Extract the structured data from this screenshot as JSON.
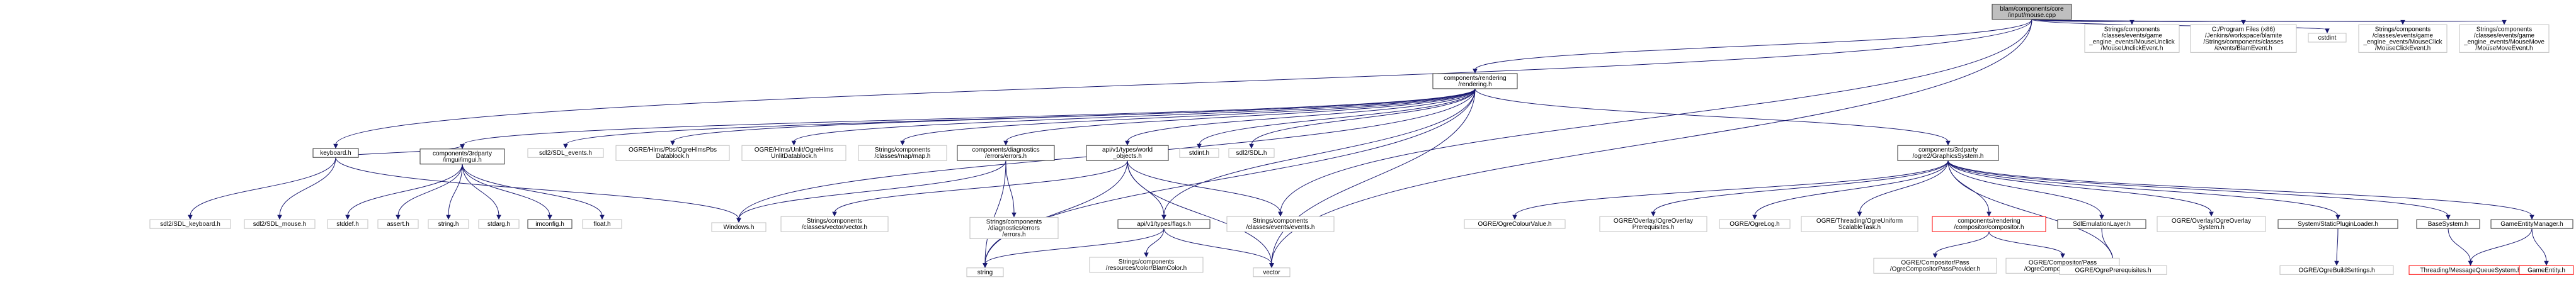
{
  "graph": {
    "root": "blam/components/core/input/mouse.cpp",
    "colors": {
      "edge": "#191970",
      "root_fill": "#bfbfbf",
      "documented_border": "#333333",
      "undocumented_border": "#bfbfbf",
      "truncated_border": "#ff0000"
    },
    "nodes": [
      {
        "id": "root",
        "lines": [
          "blam/components/core",
          "/input/mouse.cpp"
        ],
        "kind": "root"
      },
      {
        "id": "rendering",
        "lines": [
          "components/rendering",
          "/rendering.h"
        ],
        "kind": "documented"
      },
      {
        "id": "mouseunclick",
        "lines": [
          "Strings/components",
          "/classes/events/game",
          "_engine_events/MouseUnclick",
          "/MouseUnclickEvent.h"
        ],
        "kind": "undocumented"
      },
      {
        "id": "blamevent",
        "lines": [
          "C:/Program Files (x86)",
          "/Jenkins/workspace/blamite",
          "/Strings/components/classes",
          "/events/BlamEvent.h"
        ],
        "kind": "undocumented"
      },
      {
        "id": "cstdint",
        "lines": [
          "cstdint"
        ],
        "kind": "undocumented"
      },
      {
        "id": "mouseclick",
        "lines": [
          "Strings/components",
          "/classes/events/game",
          "_engine_events/MouseClick",
          "/MouseClickEvent.h"
        ],
        "kind": "undocumented"
      },
      {
        "id": "mousemove",
        "lines": [
          "Strings/components",
          "/classes/events/game",
          "_engine_events/MouseMove",
          "/MouseMoveEvent.h"
        ],
        "kind": "undocumented"
      },
      {
        "id": "keyboard",
        "lines": [
          "keyboard.h"
        ],
        "kind": "documented"
      },
      {
        "id": "imgui",
        "lines": [
          "components/3rdparty",
          "/imgui/imgui.h"
        ],
        "kind": "documented"
      },
      {
        "id": "sdl_events",
        "lines": [
          "sdl2/SDL_events.h"
        ],
        "kind": "undocumented"
      },
      {
        "id": "hlmspbs",
        "lines": [
          "OGRE/Hlms/Pbs/OgreHlmsPbs",
          "Datablock.h"
        ],
        "kind": "undocumented"
      },
      {
        "id": "hlmsunlit",
        "lines": [
          "OGRE/Hlms/Unlit/OgreHlms",
          "UnlitDatablock.h"
        ],
        "kind": "undocumented"
      },
      {
        "id": "map",
        "lines": [
          "Strings/components",
          "/classes/map/map.h"
        ],
        "kind": "undocumented"
      },
      {
        "id": "errors",
        "lines": [
          "components/diagnostics",
          "/errors/errors.h"
        ],
        "kind": "documented"
      },
      {
        "id": "world_objects",
        "lines": [
          "api/v1/types/world",
          "_objects.h"
        ],
        "kind": "documented"
      },
      {
        "id": "stdint",
        "lines": [
          "stdint.h"
        ],
        "kind": "undocumented"
      },
      {
        "id": "sdl",
        "lines": [
          "sdl2/SDL.h"
        ],
        "kind": "undocumented"
      },
      {
        "id": "graphicssystem",
        "lines": [
          "components/3rdparty",
          "/ogre2/GraphicsSystem.h"
        ],
        "kind": "documented"
      },
      {
        "id": "sdl_keyboard",
        "lines": [
          "sdl2/SDL_keyboard.h"
        ],
        "kind": "undocumented"
      },
      {
        "id": "sdl_mouse",
        "lines": [
          "sdl2/SDL_mouse.h"
        ],
        "kind": "undocumented"
      },
      {
        "id": "stddef",
        "lines": [
          "stddef.h"
        ],
        "kind": "undocumented"
      },
      {
        "id": "assert",
        "lines": [
          "assert.h"
        ],
        "kind": "undocumented"
      },
      {
        "id": "string_h",
        "lines": [
          "string.h"
        ],
        "kind": "undocumented"
      },
      {
        "id": "stdarg",
        "lines": [
          "stdarg.h"
        ],
        "kind": "undocumented"
      },
      {
        "id": "imconfig",
        "lines": [
          "imconfig.h"
        ],
        "kind": "documented"
      },
      {
        "id": "float",
        "lines": [
          "float.h"
        ],
        "kind": "undocumented"
      },
      {
        "id": "windows",
        "lines": [
          "Windows.h"
        ],
        "kind": "undocumented"
      },
      {
        "id": "vector_h",
        "lines": [
          "Strings/components",
          "/classes/vector/vector.h"
        ],
        "kind": "undocumented"
      },
      {
        "id": "strerrors",
        "lines": [
          "Strings/components",
          "/diagnostics/errors",
          "/errors.h"
        ],
        "kind": "undocumented"
      },
      {
        "id": "flags",
        "lines": [
          "api/v1/types/flags.h"
        ],
        "kind": "documented"
      },
      {
        "id": "eventsh",
        "lines": [
          "Strings/components",
          "/classes/events/events.h"
        ],
        "kind": "undocumented"
      },
      {
        "id": "string",
        "lines": [
          "string"
        ],
        "kind": "undocumented"
      },
      {
        "id": "blamcolor",
        "lines": [
          "Strings/components",
          "/resources/color/BlamColor.h"
        ],
        "kind": "undocumented"
      },
      {
        "id": "vector",
        "lines": [
          "vector"
        ],
        "kind": "undocumented"
      },
      {
        "id": "colourvalue",
        "lines": [
          "OGRE/OgreColourValue.h"
        ],
        "kind": "undocumented"
      },
      {
        "id": "overlayprereq",
        "lines": [
          "OGRE/Overlay/OgreOverlay",
          "Prerequisites.h"
        ],
        "kind": "undocumented"
      },
      {
        "id": "ogrelog",
        "lines": [
          "OGRE/OgreLog.h"
        ],
        "kind": "undocumented"
      },
      {
        "id": "threadingtask",
        "lines": [
          "OGRE/Threading/OgreUniform",
          "ScalableTask.h"
        ],
        "kind": "undocumented"
      },
      {
        "id": "compositor",
        "lines": [
          "components/rendering",
          "/compositor/compositor.h"
        ],
        "kind": "truncated"
      },
      {
        "id": "sdlemu",
        "lines": [
          "SdlEmulationLayer.h"
        ],
        "kind": "documented"
      },
      {
        "id": "overlaysystem",
        "lines": [
          "OGRE/Overlay/OgreOverlay",
          "System.h"
        ],
        "kind": "undocumented"
      },
      {
        "id": "staticplugin",
        "lines": [
          "System/StaticPluginLoader.h"
        ],
        "kind": "documented"
      },
      {
        "id": "basesystem",
        "lines": [
          "BaseSystem.h"
        ],
        "kind": "documented"
      },
      {
        "id": "gem",
        "lines": [
          "GameEntityManager.h"
        ],
        "kind": "documented"
      },
      {
        "id": "passprovider",
        "lines": [
          "OGRE/Compositor/Pass",
          "/OgreCompositorPassProvider.h"
        ],
        "kind": "undocumented"
      },
      {
        "id": "passdef",
        "lines": [
          "OGRE/Compositor/Pass",
          "/OgreCompositorPassDef.h"
        ],
        "kind": "undocumented"
      },
      {
        "id": "prereq",
        "lines": [
          "OGRE/OgrePrerequisites.h"
        ],
        "kind": "undocumented"
      },
      {
        "id": "buildsettings",
        "lines": [
          "OGRE/OgreBuildSettings.h"
        ],
        "kind": "undocumented"
      },
      {
        "id": "mqs",
        "lines": [
          "Threading/MessageQueueSystem.h"
        ],
        "kind": "truncated"
      },
      {
        "id": "gameentity",
        "lines": [
          "GameEntity.h"
        ],
        "kind": "truncated"
      }
    ],
    "edges": [
      [
        "root",
        "rendering"
      ],
      [
        "root",
        "mouseunclick"
      ],
      [
        "root",
        "blamevent"
      ],
      [
        "root",
        "cstdint"
      ],
      [
        "root",
        "mouseclick"
      ],
      [
        "root",
        "mousemove"
      ],
      [
        "root",
        "keyboard"
      ],
      [
        "root",
        "eventsh"
      ],
      [
        "root",
        "vector"
      ],
      [
        "rendering",
        "imgui"
      ],
      [
        "rendering",
        "sdl_events"
      ],
      [
        "rendering",
        "hlmspbs"
      ],
      [
        "rendering",
        "hlmsunlit"
      ],
      [
        "rendering",
        "map"
      ],
      [
        "rendering",
        "errors"
      ],
      [
        "rendering",
        "world_objects"
      ],
      [
        "rendering",
        "stdint"
      ],
      [
        "rendering",
        "sdl"
      ],
      [
        "rendering",
        "graphicssystem"
      ],
      [
        "rendering",
        "flags"
      ],
      [
        "rendering",
        "windows"
      ],
      [
        "rendering",
        "vector"
      ],
      [
        "rendering",
        "string"
      ],
      [
        "keyboard",
        "sdl_keyboard"
      ],
      [
        "keyboard",
        "sdl_mouse"
      ],
      [
        "keyboard",
        "imgui"
      ],
      [
        "keyboard",
        "windows"
      ],
      [
        "imgui",
        "stddef"
      ],
      [
        "imgui",
        "assert"
      ],
      [
        "imgui",
        "string_h"
      ],
      [
        "imgui",
        "stdarg"
      ],
      [
        "imgui",
        "imconfig"
      ],
      [
        "imgui",
        "float"
      ],
      [
        "errors",
        "windows"
      ],
      [
        "errors",
        "strerrors"
      ],
      [
        "errors",
        "string"
      ],
      [
        "world_objects",
        "vector_h"
      ],
      [
        "world_objects",
        "flags"
      ],
      [
        "world_objects",
        "eventsh"
      ],
      [
        "world_objects",
        "vector"
      ],
      [
        "world_objects",
        "string"
      ],
      [
        "flags",
        "string"
      ],
      [
        "flags",
        "blamcolor"
      ],
      [
        "flags",
        "vector"
      ],
      [
        "graphicssystem",
        "colourvalue"
      ],
      [
        "graphicssystem",
        "overlayprereq"
      ],
      [
        "graphicssystem",
        "ogrelog"
      ],
      [
        "graphicssystem",
        "threadingtask"
      ],
      [
        "graphicssystem",
        "compositor"
      ],
      [
        "graphicssystem",
        "sdlemu"
      ],
      [
        "graphicssystem",
        "overlaysystem"
      ],
      [
        "graphicssystem",
        "staticplugin"
      ],
      [
        "graphicssystem",
        "basesystem"
      ],
      [
        "graphicssystem",
        "gem"
      ],
      [
        "graphicssystem",
        "prereq"
      ],
      [
        "compositor",
        "passprovider"
      ],
      [
        "compositor",
        "passdef"
      ],
      [
        "sdlemu",
        "prereq"
      ],
      [
        "staticplugin",
        "buildsettings"
      ],
      [
        "basesystem",
        "mqs"
      ],
      [
        "gem",
        "mqs"
      ],
      [
        "gem",
        "gameentity"
      ]
    ]
  }
}
